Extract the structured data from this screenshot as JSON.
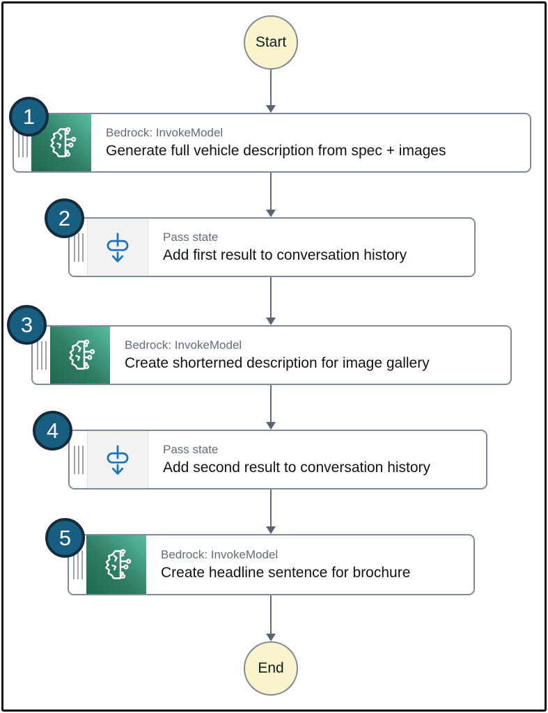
{
  "workflow": {
    "start_label": "Start",
    "end_label": "End",
    "steps": [
      {
        "num": "1",
        "type": "bedrock",
        "type_label": "Bedrock: InvokeModel",
        "label": "Generate full vehicle description from spec + images",
        "icon": "bedrock-brain-circuit-icon"
      },
      {
        "num": "2",
        "type": "pass",
        "type_label": "Pass state",
        "label": "Add first result to conversation history",
        "icon": "pass-state-icon"
      },
      {
        "num": "3",
        "type": "bedrock",
        "type_label": "Bedrock: InvokeModel",
        "label": "Create shorterned description for image gallery",
        "icon": "bedrock-brain-circuit-icon"
      },
      {
        "num": "4",
        "type": "pass",
        "type_label": "Pass state",
        "label": "Add second result to conversation history",
        "icon": "pass-state-icon"
      },
      {
        "num": "5",
        "type": "bedrock",
        "type_label": "Bedrock: InvokeModel",
        "label": "Create headline sentence for brochure",
        "icon": "bedrock-brain-circuit-icon"
      }
    ],
    "colors": {
      "badge_fill": "#175E80",
      "badge_border": "#132B3D",
      "bedrock_gradient_dark": "#20684F",
      "bedrock_gradient_light": "#58BDA2",
      "pass_icon_blue": "#1774BB",
      "terminal_fill": "#FAF4CD",
      "box_border": "#7E8999",
      "arrow_gray": "#616E7D"
    }
  }
}
